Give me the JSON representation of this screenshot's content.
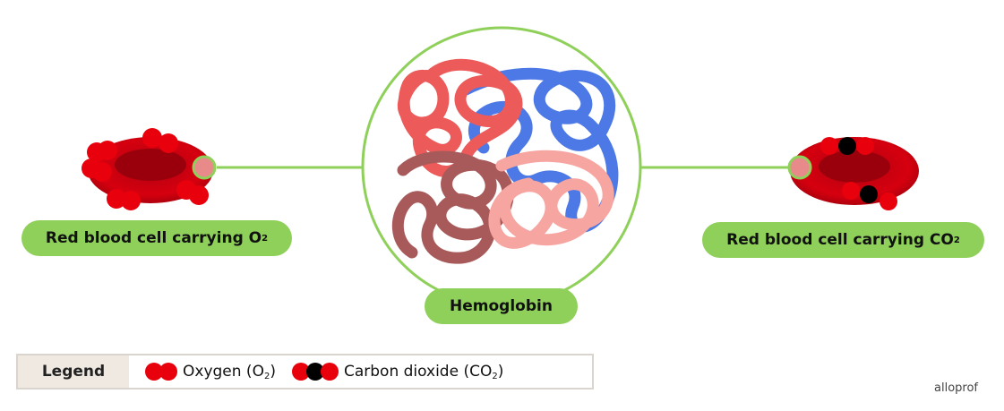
{
  "left_label": {
    "main": "Red blood cell carrying O",
    "sub": "2"
  },
  "right_label": {
    "main": "Red blood cell carrying CO",
    "sub": "2"
  },
  "center_label": "Hemoglobin",
  "legend": {
    "title": "Legend",
    "oxygen": {
      "main": "Oxygen (O",
      "sub": "2",
      "close": ")"
    },
    "carbon_dioxide": {
      "main": "Carbon dioxide (CO",
      "sub": "2",
      "close": ")"
    }
  },
  "brand": "alloprof",
  "colors": {
    "accent_green": "#8fd05a",
    "oxygen": "#e8000d",
    "carbon": "#000000",
    "cell": "#c8000f",
    "chain_red": "#ec5a5a",
    "chain_blue": "#4d79e6",
    "chain_brown": "#a85a5a",
    "chain_pink": "#f6a5a0"
  }
}
